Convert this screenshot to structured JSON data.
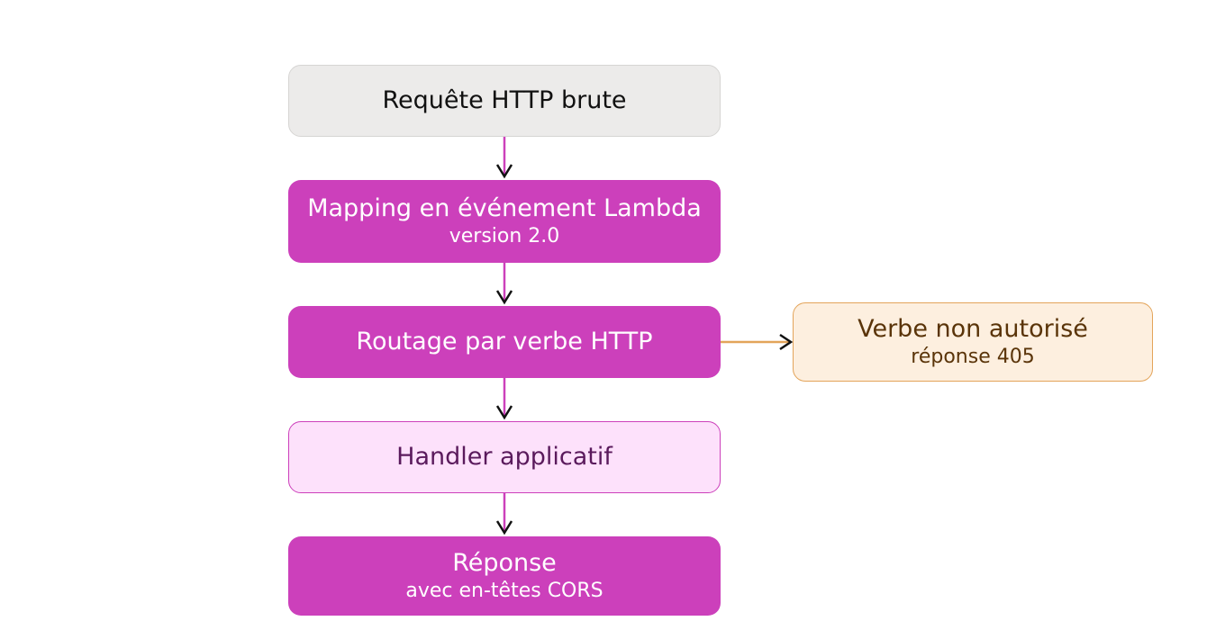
{
  "nodes": {
    "raw_request": {
      "title": "Requête HTTP brute"
    },
    "mapping": {
      "title": "Mapping en événement Lambda",
      "sub": "version 2.0"
    },
    "routing": {
      "title": "Routage par verbe HTTP"
    },
    "not_allowed": {
      "title": "Verbe non autorisé",
      "sub": "réponse 405"
    },
    "handler": {
      "title": "Handler applicatif"
    },
    "response": {
      "title": "Réponse",
      "sub": "avec en-têtes CORS"
    }
  },
  "colors": {
    "flow_arrow": "#cc40bb",
    "reject_arrow": "#e3a45a",
    "arrow_head": "#111111"
  }
}
